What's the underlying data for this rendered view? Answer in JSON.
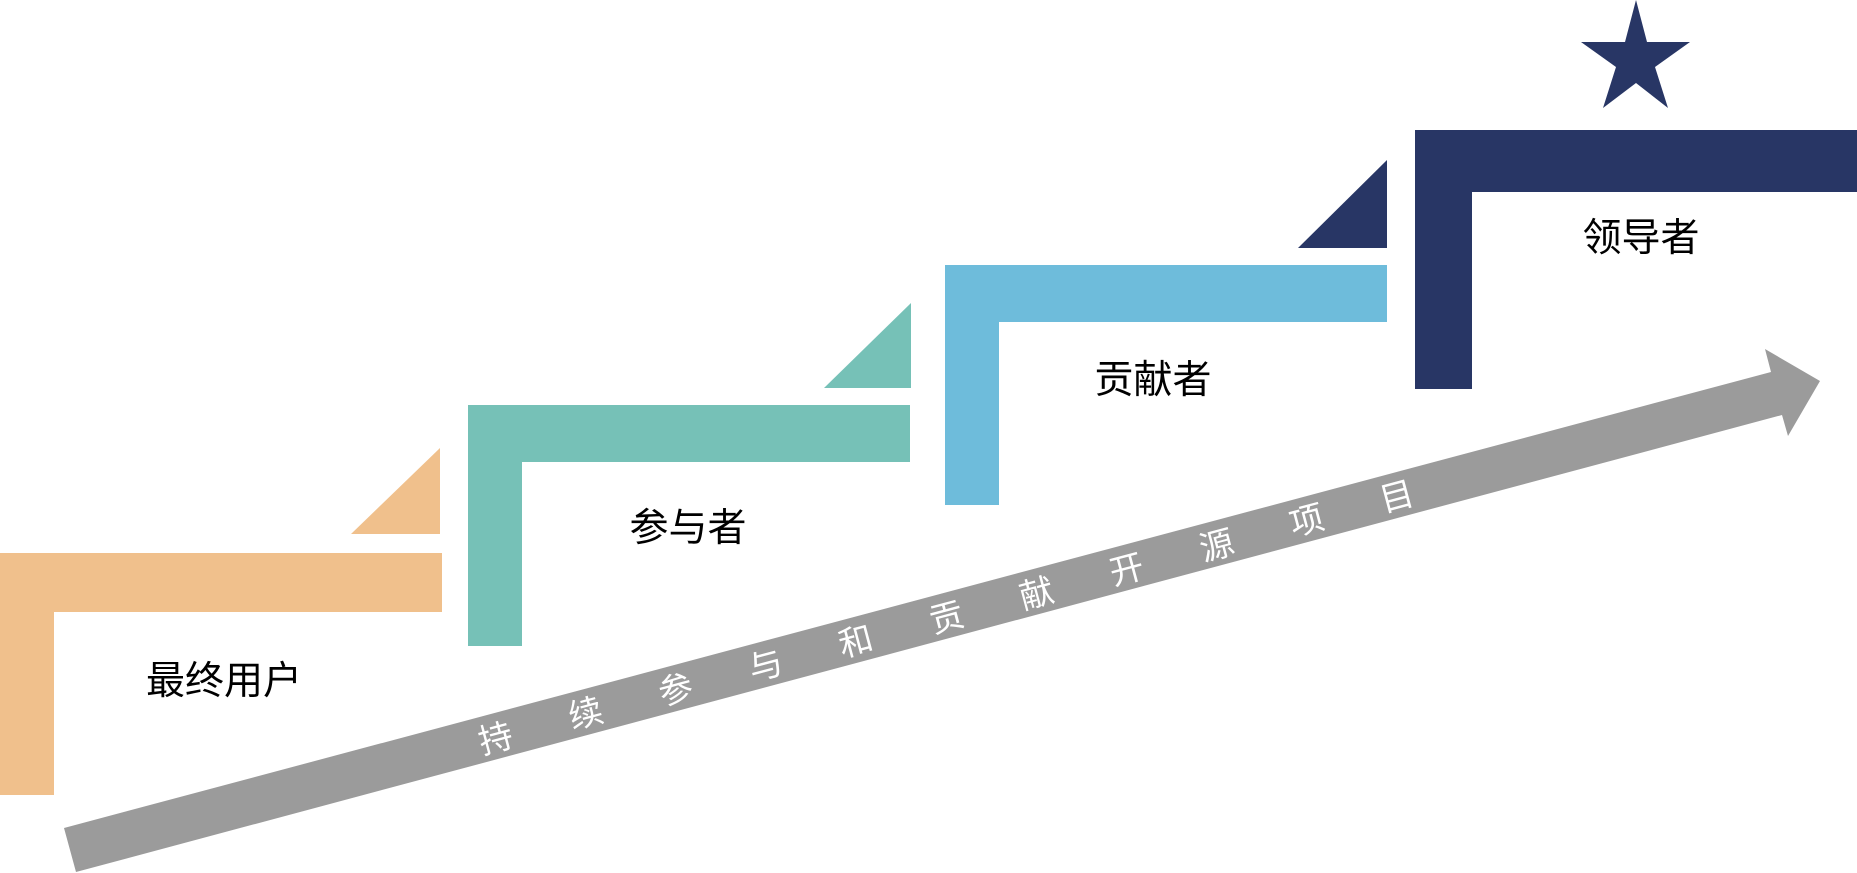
{
  "colors": {
    "orange": "#F0C08C",
    "teal": "#76C1B7",
    "blue": "#6EBCDB",
    "navy": "#283665",
    "arrow": "#9B9B9B",
    "arrow_text": "#FFFFFF",
    "label_text": "#000000"
  },
  "stages": [
    {
      "label": "最终用户",
      "color_key": "orange"
    },
    {
      "label": "参与者",
      "color_key": "teal"
    },
    {
      "label": "贡献者",
      "color_key": "blue"
    },
    {
      "label": "领导者",
      "color_key": "navy"
    }
  ],
  "arrow": {
    "text": "持续参与和贡献开源项目",
    "chars": [
      "持",
      "续",
      "参",
      "与",
      "和",
      "贡",
      "献",
      "开",
      "源",
      "项",
      "目"
    ]
  },
  "top_icon": "star-icon"
}
